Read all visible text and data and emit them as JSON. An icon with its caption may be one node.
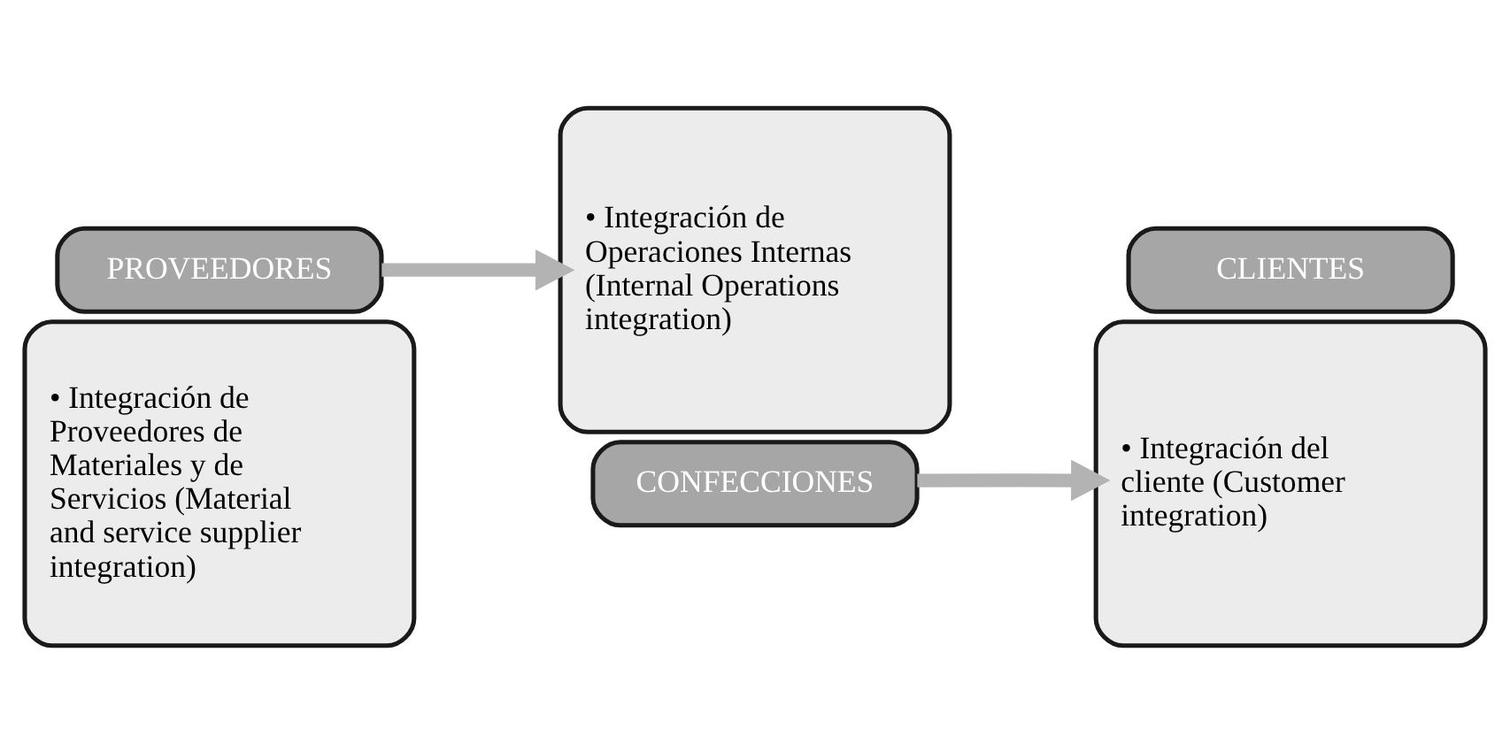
{
  "diagram": {
    "nodes": [
      {
        "text": [
          "• Integración de Proveedores de Materiales y de Servicios (Material and service supplier integration)"
        ]
      },
      {
        "text": [
          "PROVEEDORES"
        ]
      },
      {
        "text": [
          "• Integración de Operaciones Internas (Internal Operations integration)"
        ]
      },
      {
        "text": [
          "CONFECCIONES"
        ]
      },
      {
        "text": [
          "• Integración del cliente (Customer integration)"
        ]
      },
      {
        "text": [
          "CLIENTES"
        ]
      }
    ],
    "edges": [
      {
        "from": 1,
        "to": 2,
        "arrow": "to"
      },
      {
        "from": 3,
        "to": 4,
        "arrow": "to"
      }
    ]
  }
}
